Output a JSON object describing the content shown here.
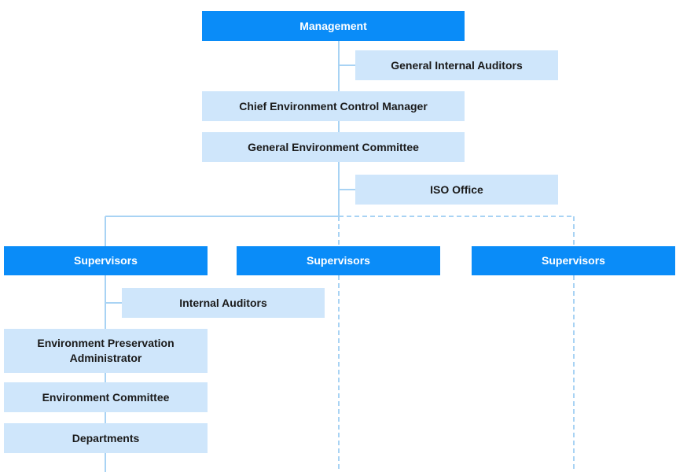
{
  "colors": {
    "primary_box": "#0a8cf8",
    "secondary_box": "#cfe6fb",
    "connector_line": "#a8d3f4"
  },
  "nodes": {
    "management": "Management",
    "general_internal_auditors": "General Internal Auditors",
    "chief_environment_control_manager": "Chief Environment Control Manager",
    "general_environment_committee": "General Environment Committee",
    "iso_office": "ISO Office",
    "supervisors_1": "Supervisors",
    "supervisors_2": "Supervisors",
    "supervisors_3": "Supervisors",
    "internal_auditors": "Internal Auditors",
    "environment_preservation_administrator": "Environment Preservation Administrator",
    "environment_committee": "Environment Committee",
    "departments": "Departments"
  }
}
